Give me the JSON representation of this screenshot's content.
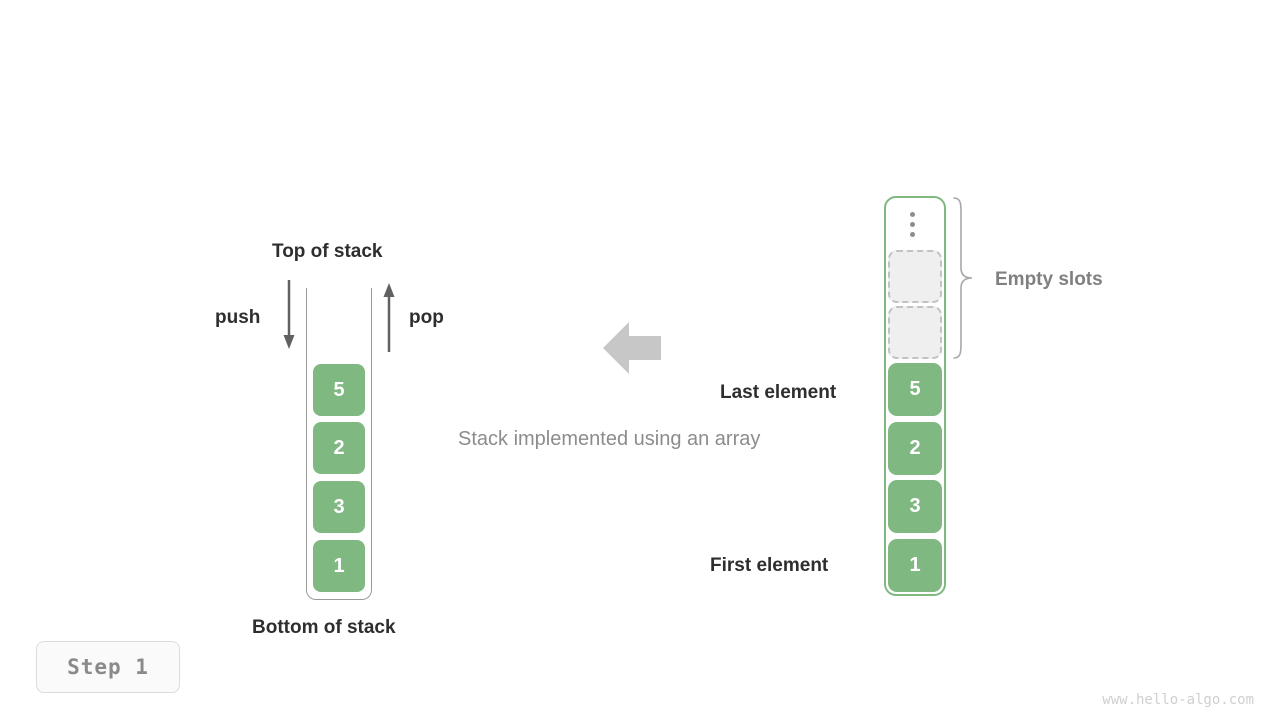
{
  "diagram": {
    "caption": "Stack implemented using an array",
    "step_badge": "Step 1",
    "watermark": "www.hello-algo.com"
  },
  "stack": {
    "top_label": "Top of stack",
    "bottom_label": "Bottom of stack",
    "push_label": "push",
    "pop_label": "pop",
    "cells": [
      {
        "value": "5"
      },
      {
        "value": "2"
      },
      {
        "value": "3"
      },
      {
        "value": "1"
      }
    ]
  },
  "array": {
    "empty_slots_label": "Empty slots",
    "last_element_label": "Last element",
    "first_element_label": "First element",
    "ellipsis": "vertical-ellipsis",
    "cells": [
      {
        "value": "",
        "state": "empty"
      },
      {
        "value": "",
        "state": "empty"
      },
      {
        "value": "5",
        "state": "filled"
      },
      {
        "value": "2",
        "state": "filled"
      },
      {
        "value": "3",
        "state": "filled"
      },
      {
        "value": "1",
        "state": "filled"
      }
    ]
  },
  "colors": {
    "element_green": "#7fb881",
    "container_border": "#9a9a9a",
    "array_border": "#7fb881",
    "empty_slot_fill": "#efefef",
    "empty_slot_border": "#c2c2c2",
    "arrow_gray": "#c7c7c7",
    "label_dark": "#2e2e2e",
    "label_gray": "#808080",
    "caption_gray": "#8c8c8c"
  }
}
